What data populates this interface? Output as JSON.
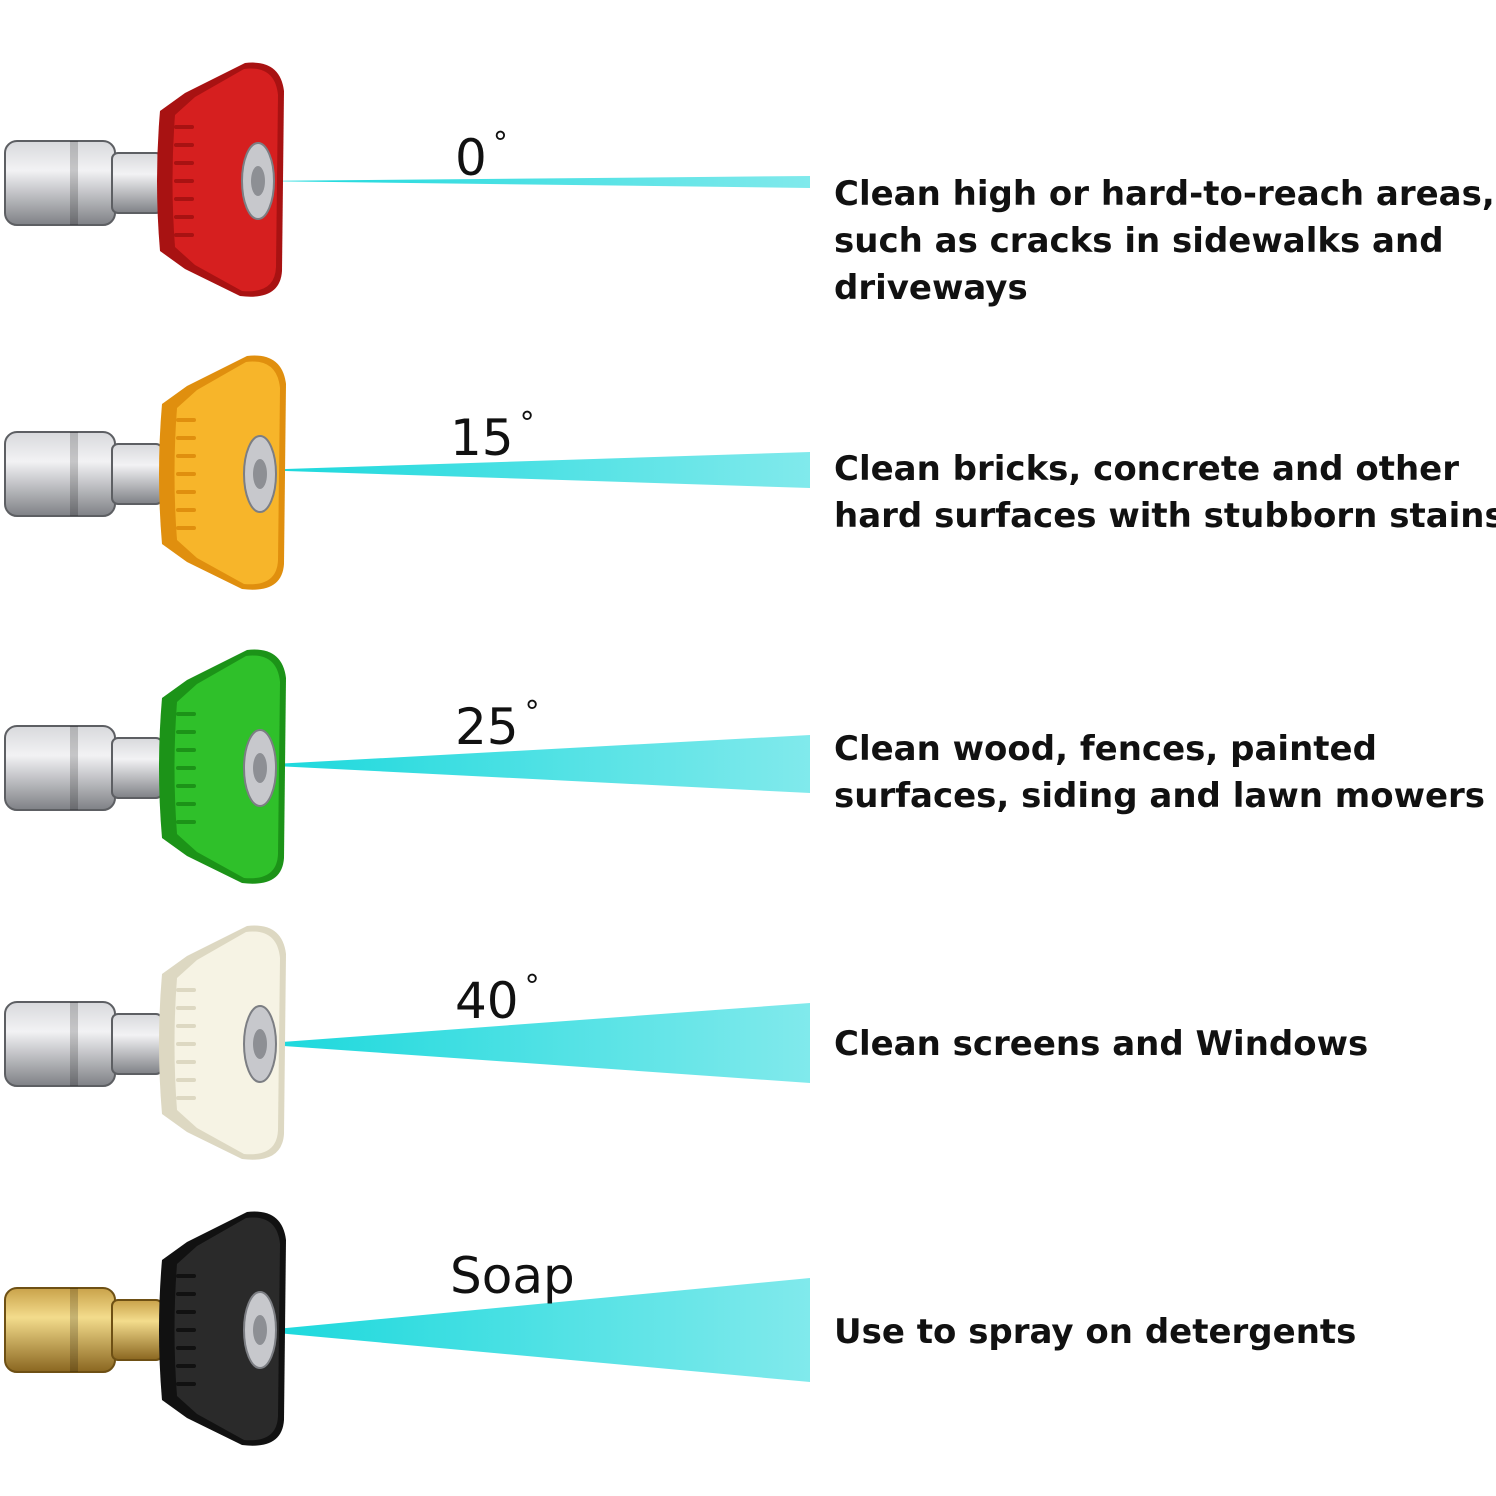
{
  "nozzles": [
    {
      "label": "0",
      "degree_mark": "°",
      "tip_color": "#d61f1f",
      "tip_shade": "#a81212",
      "fitting": "steel",
      "description": [
        "Clean high or hard-to-reach areas,",
        "such as cracks in sidewalks and",
        "driveways"
      ]
    },
    {
      "label": "15",
      "degree_mark": "°",
      "tip_color": "#f7b52a",
      "tip_shade": "#e08f0e",
      "fitting": "steel",
      "description": [
        "Clean bricks, concrete and other",
        "hard surfaces with stubborn stains"
      ]
    },
    {
      "label": "25",
      "degree_mark": "°",
      "tip_color": "#2fc02a",
      "tip_shade": "#1c9318",
      "fitting": "steel",
      "description": [
        "Clean wood, fences, painted",
        "surfaces, siding and lawn mowers"
      ]
    },
    {
      "label": "40",
      "degree_mark": "°",
      "tip_color": "#f6f3e4",
      "tip_shade": "#ddd8c2",
      "fitting": "steel",
      "description": [
        "Clean screens and Windows"
      ]
    },
    {
      "label": "Soap",
      "degree_mark": "",
      "tip_color": "#2a2a2a",
      "tip_shade": "#111111",
      "fitting": "brass",
      "description": [
        "Use to spray on detergents"
      ]
    }
  ],
  "spray_color": "#19d8dc"
}
